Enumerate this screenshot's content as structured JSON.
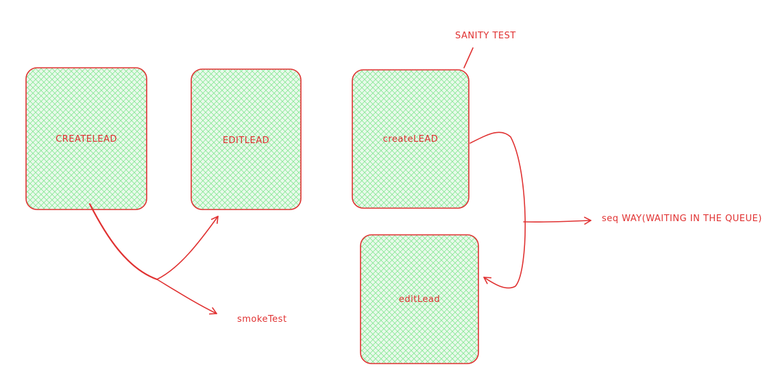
{
  "diagram": {
    "colors": {
      "stroke": "#e03131",
      "fill": "#b2f2bb",
      "hatch": "#8ce99a",
      "background": "#ffffff"
    },
    "nodes": [
      {
        "id": "createlead_upper",
        "label": "CREATELEAD"
      },
      {
        "id": "editlead_upper",
        "label": "EDITLEAD"
      },
      {
        "id": "createlead_mixed",
        "label": "createLEAD"
      },
      {
        "id": "editlead_mixed",
        "label": "editLead"
      }
    ],
    "annotations": {
      "smoke_test": "smokeTest",
      "sanity_test": "SANITY TEST",
      "seq_way": "seq WAY(WAITING IN THE QUEUE)"
    }
  }
}
